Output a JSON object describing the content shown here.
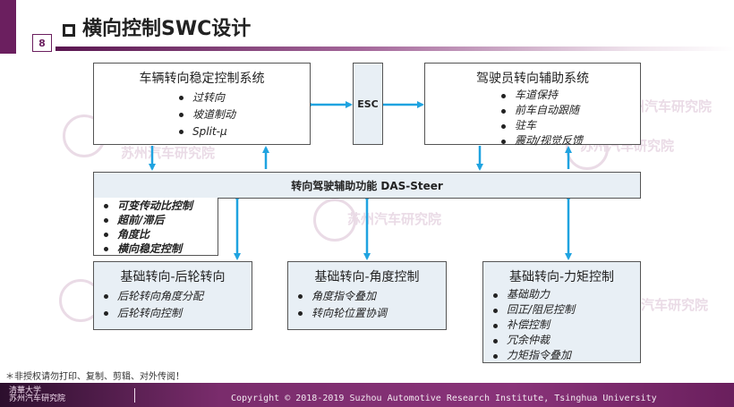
{
  "header": {
    "page_number": "8",
    "title": "横向控制SWC设计"
  },
  "blocks": {
    "vehicle_stability": {
      "title": "车辆转向稳定控制系统",
      "items": [
        "过转向",
        "坡道制动",
        "Split-μ"
      ]
    },
    "esc": {
      "label": "ESC"
    },
    "driver_assist": {
      "title": "驾驶员转向辅助系统",
      "items": [
        "车道保持",
        "前车自动跟随",
        "驻车",
        "震动/视觉反馈"
      ]
    },
    "das_steer": {
      "title": "转向驾驶辅助功能 DAS-Steer",
      "items": [
        "可变传动比控制",
        "超前/滞后",
        "角度比",
        "横向稳定控制"
      ]
    },
    "rear_wheel": {
      "title": "基础转向-后轮转向",
      "items": [
        "后轮转向角度分配",
        "后轮转向控制"
      ]
    },
    "angle_control": {
      "title": "基础转向-角度控制",
      "items": [
        "角度指令叠加",
        "转向轮位置协调"
      ]
    },
    "torque_control": {
      "title": "基础转向-力矩控制",
      "items": [
        "基础助力",
        "回正/阻尼控制",
        "补偿控制",
        "冗余仲裁",
        "力矩指令叠加"
      ]
    }
  },
  "watermark": {
    "text": "苏州汽车研究院"
  },
  "footer": {
    "note": "＊非授权请勿打印、复制、剪辑、对外传阅！",
    "logo_line1": "清華大学",
    "logo_line2": "苏州汽车研究院",
    "copyright": "Copyright © 2018-2019 Suzhou Automotive Research Institute, Tsinghua University"
  },
  "colors": {
    "arrow": "#1fa3e0",
    "accent": "#6b1f5f",
    "box_fill_blue": "#e8eff5"
  }
}
